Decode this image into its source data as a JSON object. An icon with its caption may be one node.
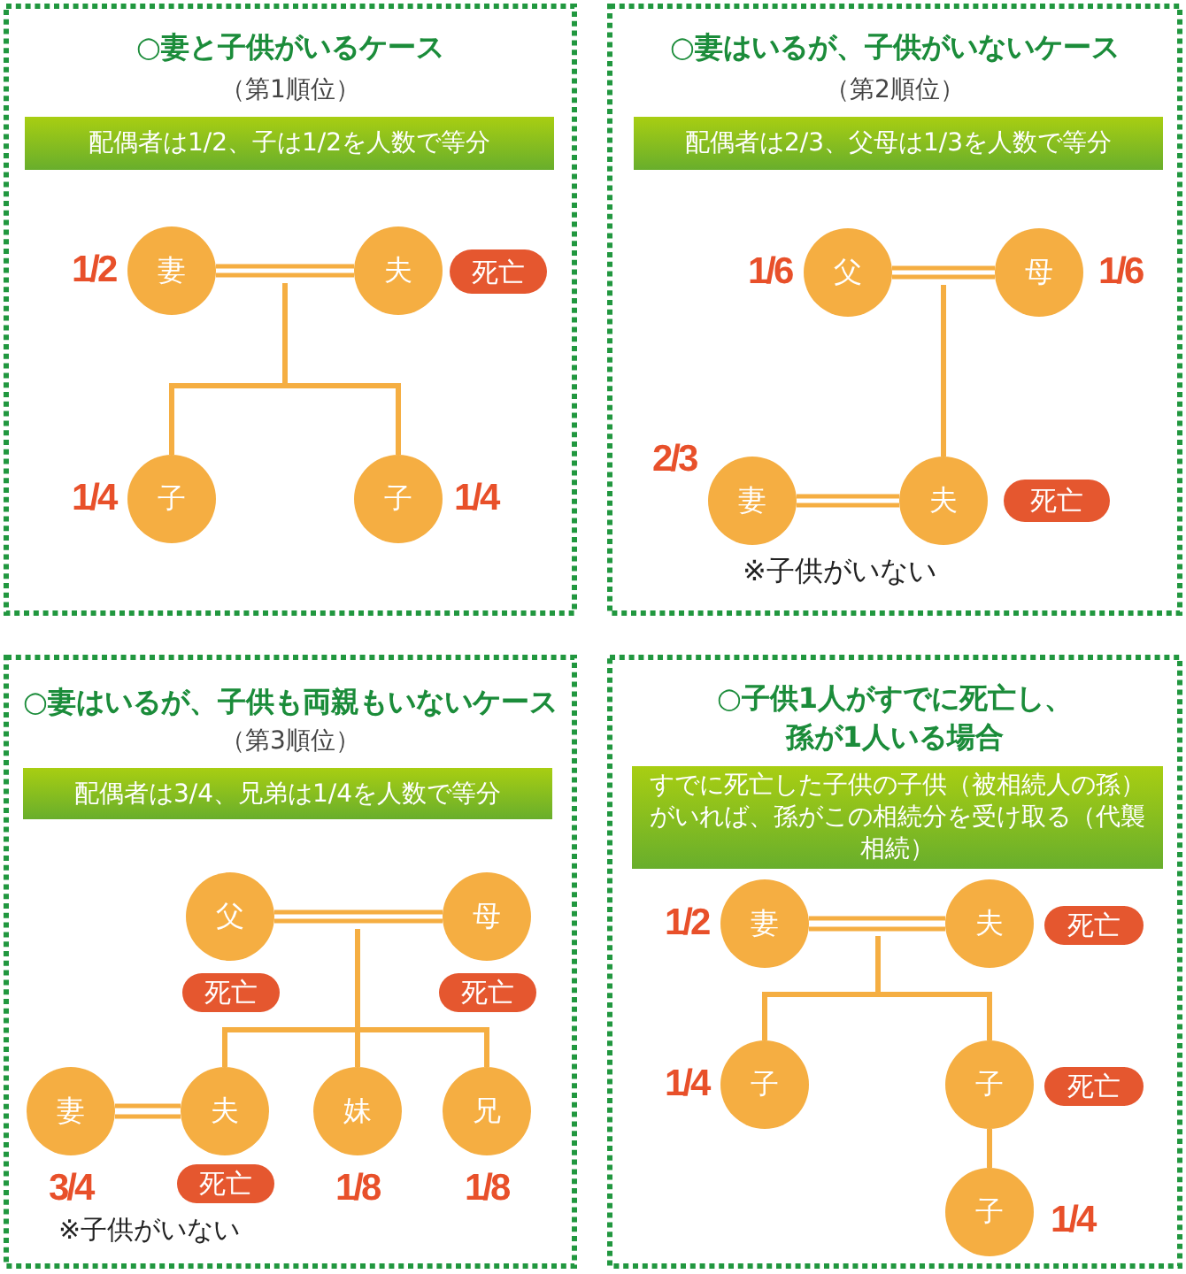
{
  "diagram": {
    "nodes": [
      {
        "text": [
          "○妻と子供がいるケース",
          "（第1順位）"
        ]
      },
      {
        "text": [
          "配偶者は1/2、子は1/2を人数で等分"
        ],
        "in": 0
      },
      {
        "text": [
          "妻"
        ],
        "in": 0,
        "beside": [
          "1/2"
        ]
      },
      {
        "text": [
          "夫"
        ],
        "in": 0
      },
      {
        "text": [
          "死亡"
        ],
        "in": 0
      },
      {
        "text": [
          "子"
        ],
        "in": 0,
        "beside": [
          "1/4"
        ]
      },
      {
        "text": [
          "子"
        ],
        "in": 0,
        "beside": [
          "1/4"
        ]
      },
      {
        "text": [
          "○妻はいるが、子供がいないケース",
          "（第2順位）"
        ]
      },
      {
        "text": [
          "配偶者は2/3、父母は1/3を人数で等分"
        ],
        "in": 7
      },
      {
        "text": [
          "父"
        ],
        "in": 7,
        "beside": [
          "1/6"
        ]
      },
      {
        "text": [
          "母"
        ],
        "in": 7,
        "beside": [
          "1/6"
        ]
      },
      {
        "text": [
          "妻"
        ],
        "in": 7,
        "beside": [
          "2/3"
        ]
      },
      {
        "text": [
          "夫"
        ],
        "in": 7
      },
      {
        "text": [
          "死亡"
        ],
        "in": 7
      },
      {
        "text": [
          "○妻はいるが、子供も両親もいないケース",
          "（第3順位）"
        ]
      },
      {
        "text": [
          "配偶者は3/4、兄弟は1/4を人数で等分"
        ],
        "in": 14
      },
      {
        "text": [
          "父"
        ],
        "in": 14
      },
      {
        "text": [
          "母"
        ],
        "in": 14
      },
      {
        "text": [
          "死亡"
        ],
        "in": 14
      },
      {
        "text": [
          "死亡"
        ],
        "in": 14
      },
      {
        "text": [
          "妻"
        ],
        "in": 14,
        "beside": [
          "3/4"
        ]
      },
      {
        "text": [
          "夫"
        ],
        "in": 14
      },
      {
        "text": [
          "妹"
        ],
        "in": 14,
        "beside": [
          "1/8"
        ]
      },
      {
        "text": [
          "兄"
        ],
        "in": 14,
        "beside": [
          "1/8"
        ]
      },
      {
        "text": [
          "死亡"
        ],
        "in": 14
      },
      {
        "text": [
          "○子供1人がすでに死亡し、孫が1人いる場合"
        ]
      },
      {
        "text": [
          "すでに死亡した子供の子供（被相続人の孫）がいれば、孫がこの相続分を受け取る（代襲相続）"
        ],
        "in": 25
      },
      {
        "text": [
          "妻"
        ],
        "in": 25,
        "beside": [
          "1/2"
        ]
      },
      {
        "text": [
          "夫"
        ],
        "in": 25
      },
      {
        "text": [
          "死亡"
        ],
        "in": 25
      },
      {
        "text": [
          "子"
        ],
        "in": 25,
        "beside": [
          "1/4"
        ]
      },
      {
        "text": [
          "子"
        ],
        "in": 25
      },
      {
        "text": [
          "死亡"
        ],
        "in": 25
      },
      {
        "text": [
          "子"
        ],
        "in": 25,
        "beside": [
          "1/4"
        ]
      }
    ],
    "edges": [
      {
        "from": 2,
        "to": 3,
        "arrow": "none"
      },
      {
        "from": null,
        "to": 5,
        "arrow": "none"
      },
      {
        "from": null,
        "to": 6,
        "arrow": "none"
      },
      {
        "from": 9,
        "to": 10,
        "arrow": "none"
      },
      {
        "from": null,
        "to": 12,
        "arrow": "none"
      },
      {
        "from": 11,
        "to": 12,
        "arrow": "none"
      },
      {
        "from": 16,
        "to": 17,
        "arrow": "none"
      },
      {
        "from": null,
        "to": 21,
        "arrow": "none"
      },
      {
        "from": null,
        "to": 22,
        "arrow": "none"
      },
      {
        "from": null,
        "to": 23,
        "arrow": "none"
      },
      {
        "from": 20,
        "to": 21,
        "arrow": "none"
      },
      {
        "from": 27,
        "to": 28,
        "arrow": "none"
      },
      {
        "from": null,
        "to": 30,
        "arrow": "none"
      },
      {
        "from": null,
        "to": 31,
        "arrow": "none"
      },
      {
        "from": 31,
        "to": 33,
        "arrow": "none"
      }
    ],
    "labels": [
      "※子供がいない",
      "※子供がいない"
    ]
  }
}
